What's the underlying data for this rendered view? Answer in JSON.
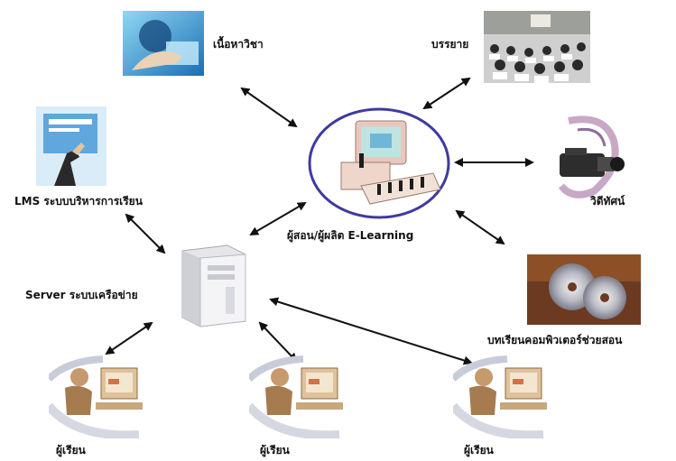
{
  "nodes": {
    "content": {
      "label": "เนื้อหาวิชา",
      "icon": "hand-touching-screen-icon"
    },
    "lecture": {
      "label": "บรรยาย",
      "icon": "lecture-hall-photo"
    },
    "lms": {
      "label": "LMS ระบบบริหารการเรียน",
      "icon": "hand-pointing-document-icon"
    },
    "center": {
      "label": "ผู้สอน/ผู้ผลิต E-Learning",
      "icon": "computer-with-figures-icon"
    },
    "video": {
      "label": "วิดีทัศน์",
      "icon": "video-camera-film-icon"
    },
    "server": {
      "label": "Server ระบบเครือข่าย",
      "icon": "server-tower-icon"
    },
    "cai": {
      "label": "บทเรียนคอมพิวเตอร์ช่วยสอน",
      "icon": "cd-disc-icon"
    },
    "learners": [
      {
        "label": "ผู้เรียน",
        "icon": "learner-at-computer-icon"
      },
      {
        "label": "ผู้เรียน",
        "icon": "learner-at-computer-icon"
      },
      {
        "label": "ผู้เรียน",
        "icon": "learner-at-computer-icon"
      }
    ]
  },
  "colors": {
    "arrow": "#111111",
    "accent_blue": "#3f3aa0"
  }
}
